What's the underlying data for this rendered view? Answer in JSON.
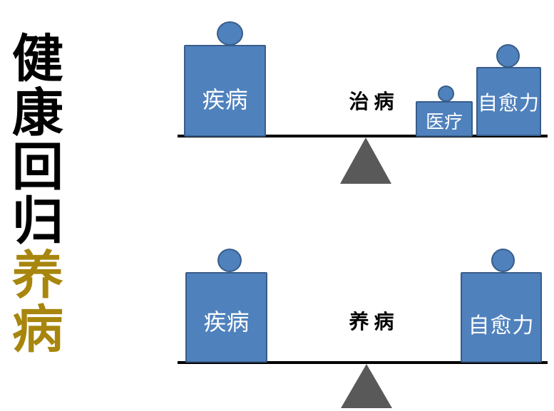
{
  "slide": {
    "title": {
      "black_text": "健康回归",
      "gold_text": "养病"
    },
    "diagrams": [
      {
        "id": "treating-illness",
        "center_label": "治 病",
        "left_weight": "疾病",
        "right_weight_small": "医疗",
        "right_weight_large": "自愈力"
      },
      {
        "id": "nurturing-illness",
        "center_label": "养 病",
        "left_weight": "疾病",
        "right_weight_large": "自愈力"
      }
    ],
    "colors": {
      "weight_fill": "#4F81BD",
      "weight_border": "#385D8A",
      "fulcrum_gray": "#595959",
      "beam_black": "#000000",
      "title_gold": "#A8860D",
      "label_white": "#FFFFFF"
    }
  }
}
